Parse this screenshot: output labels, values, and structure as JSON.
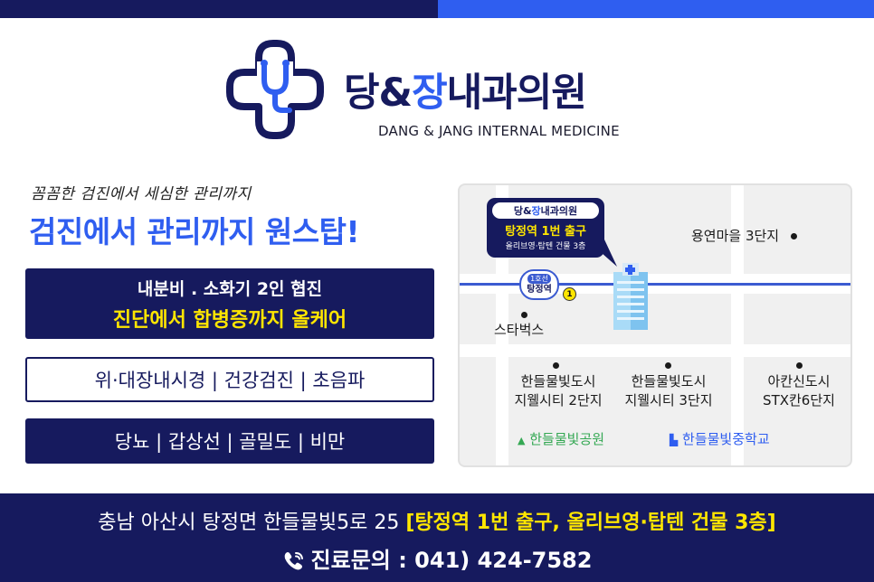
{
  "brand": {
    "name_part1": "당&",
    "name_part2": "장",
    "name_part3": "내과의원",
    "english_name": "DANG & JANG INTERNAL MEDICINE",
    "colors": {
      "navy": "#161a5e",
      "blue": "#2f5ef0",
      "yellow": "#ffe600"
    }
  },
  "intro": {
    "tagline": "꼼꼼한 검진에서 세심한 관리까지",
    "headline": "검진에서 관리까지 원스탑!"
  },
  "services": {
    "box1_line1": "내분비 . 소화기 2인 협진",
    "box1_line2": "진단에서 합병증까지 올케어",
    "box2": "위·대장내시경 | 건강검진 | 초음파",
    "box3": "당뇨 | 갑상선 | 골밀도 | 비만"
  },
  "map": {
    "callout": {
      "name_part1": "당&",
      "name_part2": "장",
      "name_part3": "내과의원",
      "exit": "탕정역 1번 출구",
      "building": "올리브영·탑텐 건물 3층"
    },
    "station_line": "1호선",
    "station_name": "탕정역",
    "exit_number": "1",
    "places": {
      "yongyeon": "용연마을 3단지",
      "starbucks": "스타벅스",
      "hd2_line1": "한들물빛도시",
      "hd2_line2": "지웰시티 2단지",
      "hd3_line1": "한들물빛도시",
      "hd3_line2": "지웰시티 3단지",
      "akan_line1": "아칸신도시",
      "akan_line2": "STX칸6단지",
      "park": "한들물빛공원",
      "school": "한들물빛중학교"
    },
    "icons": [
      "hospital-building-icon",
      "tree-icon",
      "school-icon",
      "phone-icon"
    ]
  },
  "footer": {
    "address": "충남 아산시 탕정면 한들물빛5로 25",
    "address_highlight": "[탕정역 1번 출구, 올리브영·탑텐 건물 3층]",
    "phone_label": "진료문의 : 041) 424-7582"
  }
}
